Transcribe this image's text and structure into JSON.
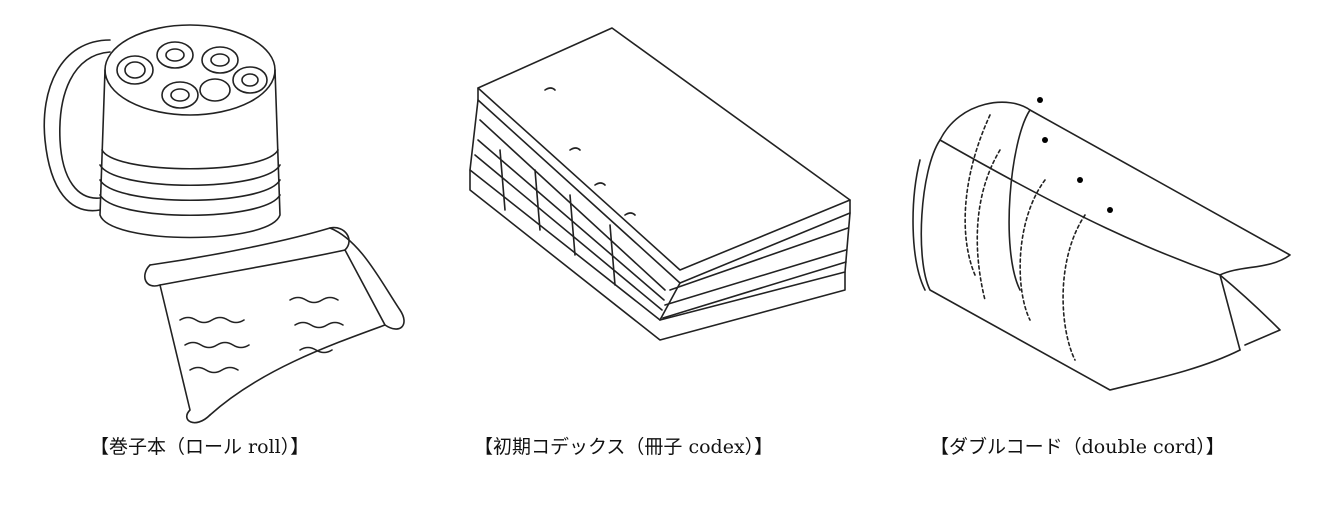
{
  "figures": [
    {
      "name": "scroll",
      "caption": "【巻子本（ロール roll）】"
    },
    {
      "name": "early-codex",
      "caption": "【初期コデックス（冊子 codex）】"
    },
    {
      "name": "double-cord",
      "caption": "【ダブルコード（double cord）】"
    }
  ]
}
